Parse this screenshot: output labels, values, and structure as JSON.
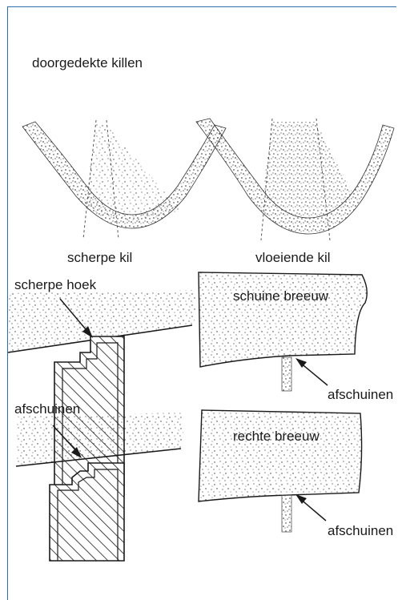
{
  "frame": {
    "border_color": "#2d6fae"
  },
  "heading": "doorgedekte killen",
  "labels": {
    "sharp_fillet": "scherpe kil",
    "flowing_fillet": "vloeiende kil",
    "sharp_corner": "scherpe hoek",
    "slanted_bead": "schuine breeuw",
    "chamfer_top_right": "afschuinen",
    "chamfer_left": "afschuinen",
    "straight_bead": "rechte breeuw",
    "chamfer_bottom_right": "afschuinen"
  },
  "colors": {
    "ink": "#1a1a1a",
    "stipple": "#333333"
  }
}
